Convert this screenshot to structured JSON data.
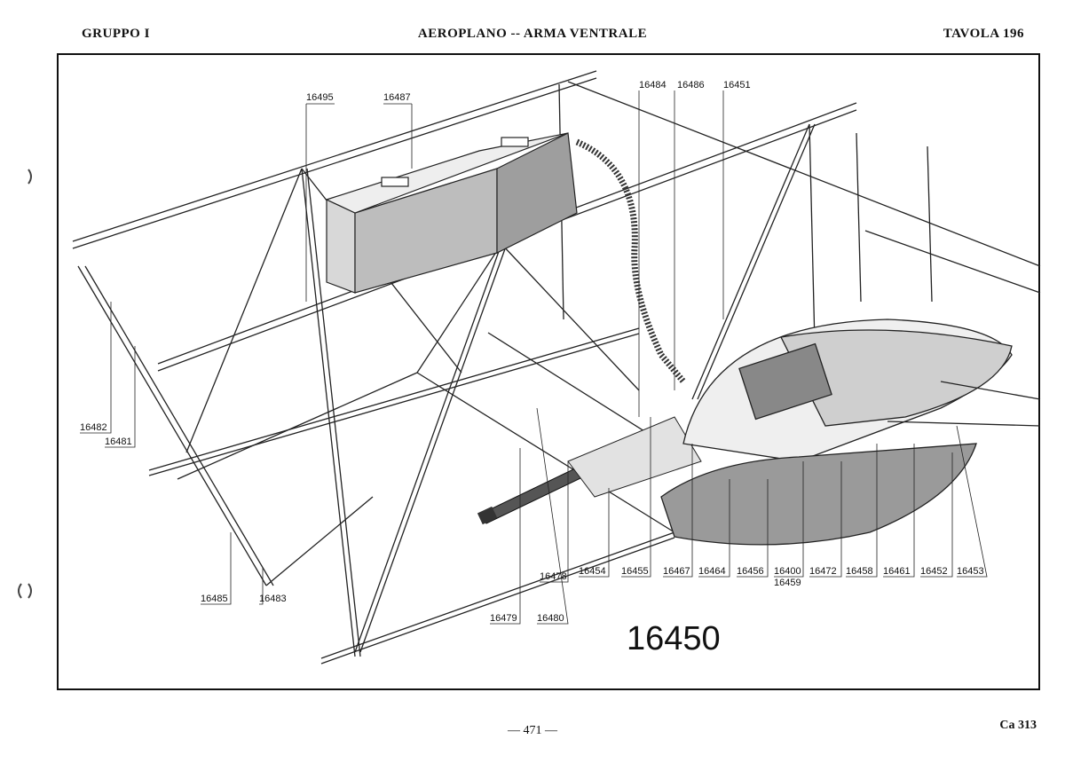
{
  "header": {
    "left": "GRUPPO I",
    "center": "AEROPLANO -- ARMA VENTRALE",
    "right": "TAVOLA 196"
  },
  "diagram": {
    "assembly_number": "16450",
    "labels": {
      "l16495": "16495",
      "l16487": "16487",
      "l16484": "16484",
      "l16486": "16486",
      "l16451": "16451",
      "l16482": "16482",
      "l16481": "16481",
      "l16485": "16485",
      "l16483": "16483",
      "l16479": "16479",
      "l16480": "16480",
      "l16478": "16478",
      "l16454": "16454",
      "l16455": "16455",
      "l16467": "16467",
      "l16464": "16464",
      "l16456": "16456",
      "l16400": "16400",
      "l16459": "16459",
      "l16472": "16472",
      "l16458": "16458",
      "l16461": "16461",
      "l16452": "16452",
      "l16453": "16453"
    }
  },
  "footer": {
    "page": "— 471 —",
    "code": "Ca 313"
  }
}
